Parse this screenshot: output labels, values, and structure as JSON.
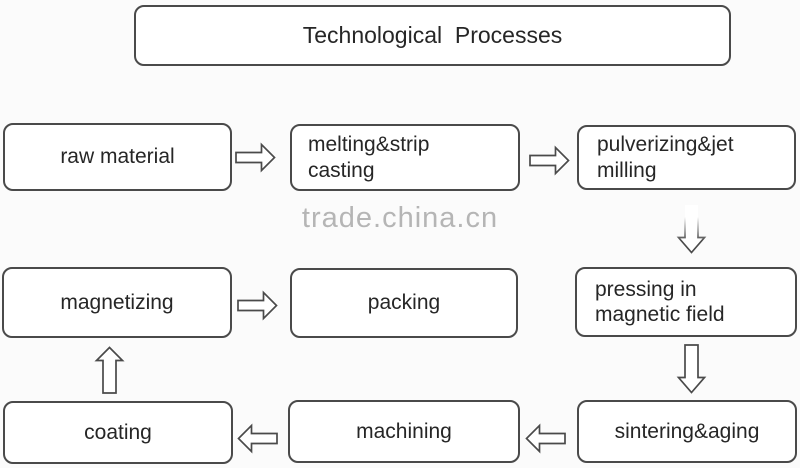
{
  "title": {
    "label": "Technological  Processes"
  },
  "watermark": {
    "text": "trade.china.cn"
  },
  "colors": {
    "bg": "#fbfbfb",
    "box-fill": "#ffffff",
    "border": "#4a4a4a",
    "arrow": "#4a4a4a",
    "text": "#262626",
    "watermark": "#b5b5b5"
  },
  "nodes": {
    "raw_material": {
      "lines": [
        "raw material"
      ]
    },
    "melting_strip_casting": {
      "lines": [
        "melting&strip",
        "casting"
      ]
    },
    "pulverizing_jet_milling": {
      "lines": [
        "pulverizing&jet",
        "milling"
      ]
    },
    "magnetizing": {
      "lines": [
        "magnetizing"
      ]
    },
    "packing": {
      "lines": [
        "packing"
      ]
    },
    "pressing_in_magnetic_field": {
      "lines": [
        "pressing in",
        "magnetic field"
      ]
    },
    "coating": {
      "lines": [
        "coating"
      ]
    },
    "machining": {
      "lines": [
        "machining"
      ]
    },
    "sintering_aging": {
      "lines": [
        "sintering&aging"
      ]
    }
  },
  "flow": [
    {
      "from": "raw_material",
      "to": "melting_strip_casting",
      "direction": "right"
    },
    {
      "from": "melting_strip_casting",
      "to": "pulverizing_jet_milling",
      "direction": "right"
    },
    {
      "from": "pulverizing_jet_milling",
      "to": "pressing_in_magnetic_field",
      "direction": "down",
      "style": "faded-top"
    },
    {
      "from": "pressing_in_magnetic_field",
      "to": "sintering_aging",
      "direction": "down"
    },
    {
      "from": "sintering_aging",
      "to": "machining",
      "direction": "left"
    },
    {
      "from": "machining",
      "to": "coating",
      "direction": "left"
    },
    {
      "from": "coating",
      "to": "magnetizing",
      "direction": "up"
    },
    {
      "from": "magnetizing",
      "to": "packing",
      "direction": "right"
    }
  ]
}
